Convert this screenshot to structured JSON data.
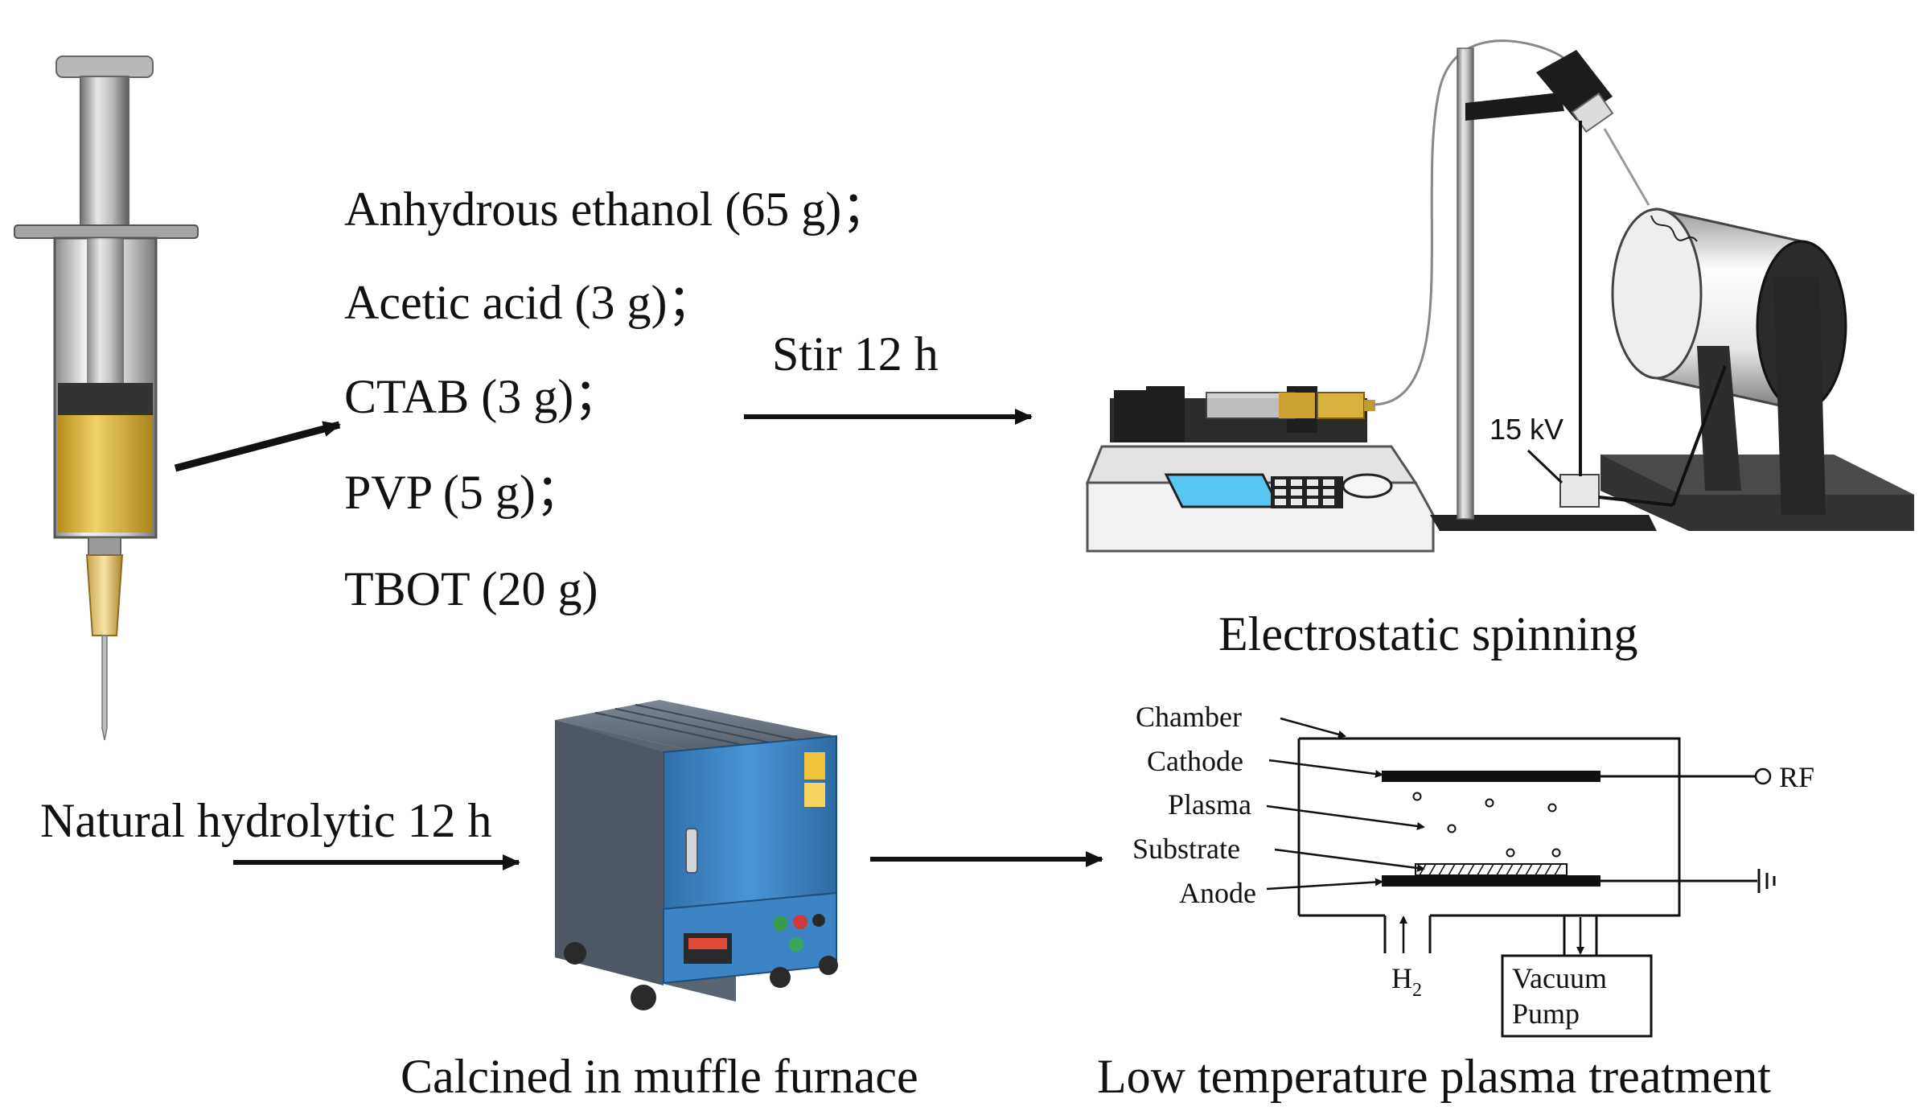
{
  "reagents": [
    "Anhydrous ethanol (65 g)；",
    "Acetic acid (3 g)；",
    "CTAB (3 g)；",
    "PVP (5 g)；",
    "TBOT (20 g)"
  ],
  "steps": {
    "stir": "Stir 12 h",
    "hydrolysis": "Natural hydrolytic 12 h"
  },
  "captions": {
    "spinning": "Electrostatic spinning",
    "furnace": "Calcined in muffle furnace",
    "plasma": "Low temperature plasma treatment"
  },
  "spinning_setup": {
    "voltage": "15 kV"
  },
  "plasma_diagram": {
    "labels": {
      "chamber": "Chamber",
      "cathode": "Cathode",
      "plasma": "Plasma",
      "substrate": "Substrate",
      "anode": "Anode",
      "rf": "RF",
      "gas_h": "H",
      "gas_sub": "2",
      "pump_line1": "Vacuum",
      "pump_line2": "Pump"
    }
  },
  "colors": {
    "liquid": "#d9b43a",
    "furnace_body": "#3f89c9",
    "furnace_top": "#5f6b78",
    "screen": "#57c7f2"
  }
}
